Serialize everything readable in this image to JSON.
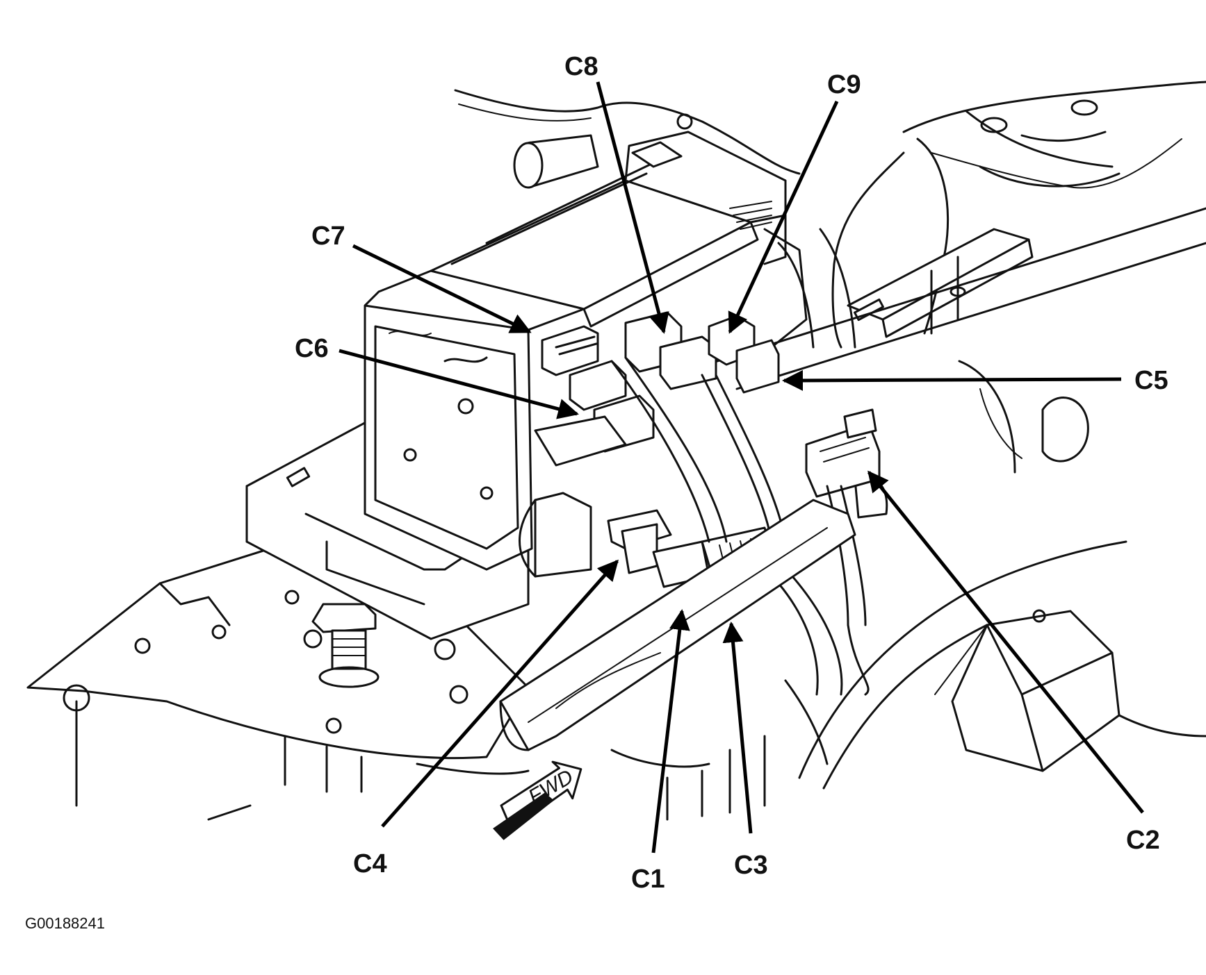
{
  "diagram": {
    "callouts": [
      {
        "id": "c7",
        "label": "C7"
      },
      {
        "id": "c8",
        "label": "C8"
      },
      {
        "id": "c9",
        "label": "C9"
      },
      {
        "id": "c6",
        "label": "C6"
      },
      {
        "id": "c5",
        "label": "C5"
      },
      {
        "id": "c4",
        "label": "C4"
      },
      {
        "id": "c1",
        "label": "C1"
      },
      {
        "id": "c3",
        "label": "C3"
      },
      {
        "id": "c2",
        "label": "C2"
      }
    ],
    "direction_arrow": "FWD",
    "figure_id": "G00188241"
  }
}
